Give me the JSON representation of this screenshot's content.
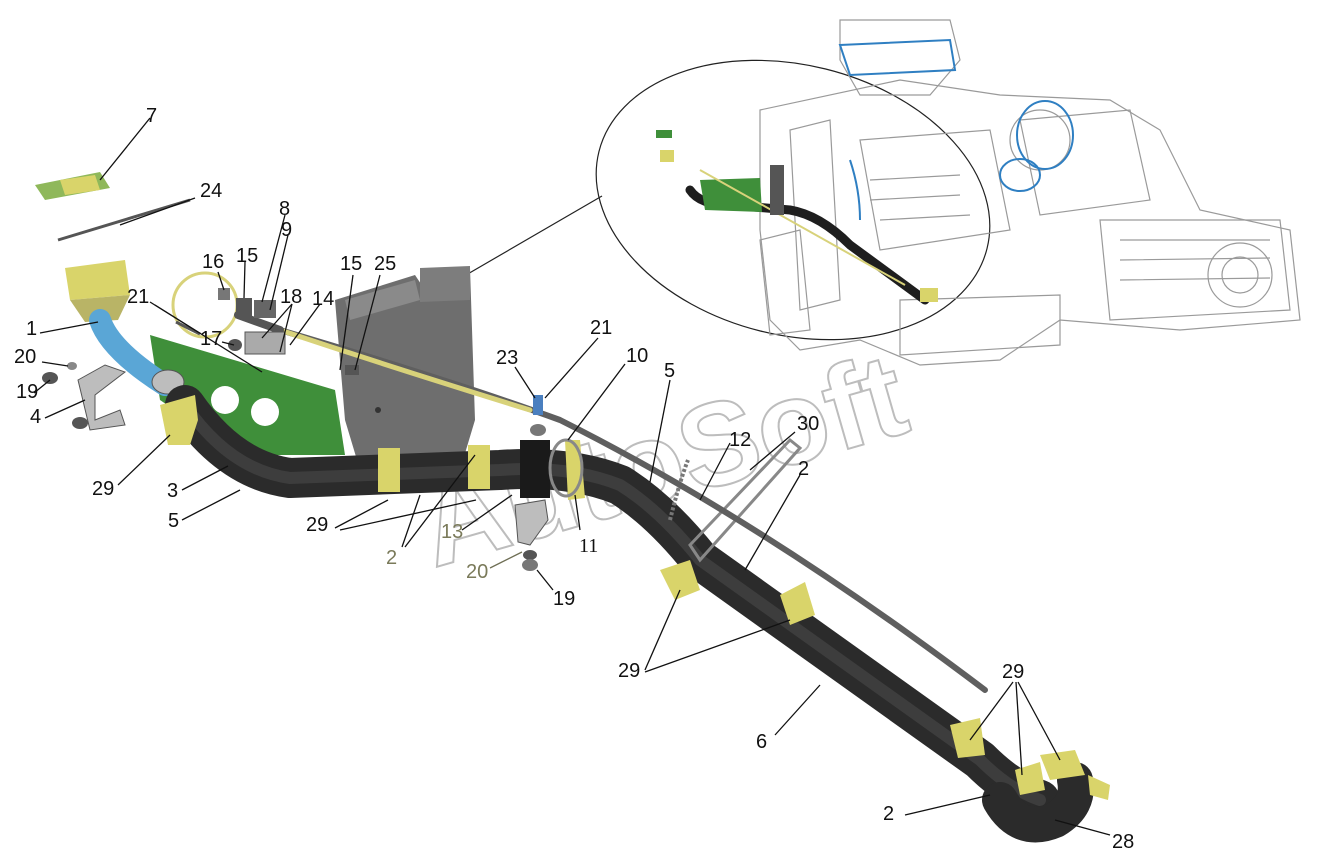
{
  "watermark": "AutoSoft",
  "callouts": [
    {
      "id": "c7",
      "text": "7"
    },
    {
      "id": "c24",
      "text": "24"
    },
    {
      "id": "c16",
      "text": "16"
    },
    {
      "id": "c15a",
      "text": "15"
    },
    {
      "id": "c8",
      "text": "8"
    },
    {
      "id": "c9",
      "text": "9"
    },
    {
      "id": "c18",
      "text": "18"
    },
    {
      "id": "c14",
      "text": "14"
    },
    {
      "id": "c15b",
      "text": "15"
    },
    {
      "id": "c25",
      "text": "25"
    },
    {
      "id": "c21a",
      "text": "21"
    },
    {
      "id": "c17",
      "text": "17"
    },
    {
      "id": "c1",
      "text": "1"
    },
    {
      "id": "c20a",
      "text": "20"
    },
    {
      "id": "c19a",
      "text": "19"
    },
    {
      "id": "c4",
      "text": "4"
    },
    {
      "id": "c29a",
      "text": "29"
    },
    {
      "id": "c3",
      "text": "3"
    },
    {
      "id": "c5a",
      "text": "5"
    },
    {
      "id": "c29b",
      "text": "29"
    },
    {
      "id": "c2a",
      "text": "2"
    },
    {
      "id": "c13",
      "text": "13"
    },
    {
      "id": "c20b",
      "text": "20"
    },
    {
      "id": "c19b",
      "text": "19"
    },
    {
      "id": "c11",
      "text": "11"
    },
    {
      "id": "c23",
      "text": "23"
    },
    {
      "id": "c21b",
      "text": "21"
    },
    {
      "id": "c10",
      "text": "10"
    },
    {
      "id": "c5b",
      "text": "5"
    },
    {
      "id": "c12",
      "text": "12"
    },
    {
      "id": "c30",
      "text": "30"
    },
    {
      "id": "c2b",
      "text": "2"
    },
    {
      "id": "c29c",
      "text": "29"
    },
    {
      "id": "c6",
      "text": "6"
    },
    {
      "id": "c29d",
      "text": "29"
    },
    {
      "id": "c2c",
      "text": "2"
    },
    {
      "id": "c28",
      "text": "28"
    }
  ],
  "colors": {
    "pipe": "#2b2b2b",
    "clamp": "#d9d46a",
    "bracket_green": "#3f8f3a",
    "support_grey": "#6e6e6e",
    "filler_blue": "#5aa6d6",
    "engine_outline": "#9a9a9a",
    "engine_accent": "#2f7fc2",
    "dipstick_yellow": "#d8d27a"
  }
}
